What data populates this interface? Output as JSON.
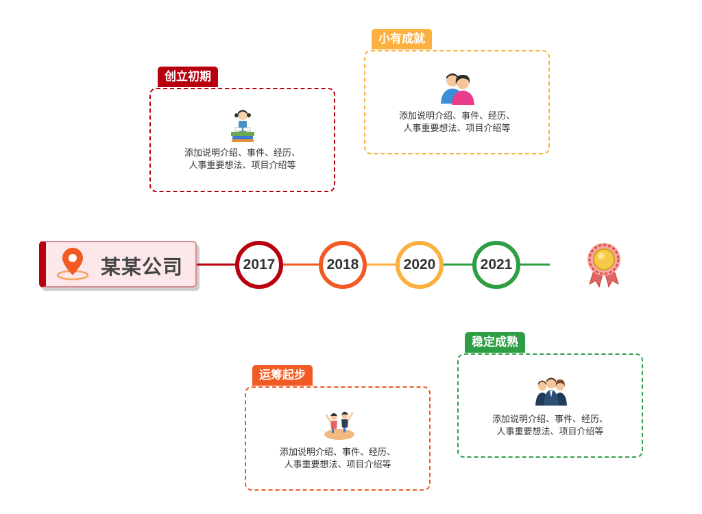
{
  "company": {
    "name": "某某公司",
    "icon": "location-pin-icon"
  },
  "colors": {
    "dark_red": "#b8000e",
    "orange": "#f15a22",
    "amber": "#fbb040",
    "green": "#2e9e44"
  },
  "timeline": [
    {
      "year": "2017",
      "color": "#b8000e"
    },
    {
      "year": "2018",
      "color": "#f15a22"
    },
    {
      "year": "2020",
      "color": "#fbb040"
    },
    {
      "year": "2021",
      "color": "#2e9e44"
    }
  ],
  "end_icon": "award-medal-icon",
  "phases": [
    {
      "title": "创立初期",
      "color": "#b8000e",
      "icon": "reading-girl-icon",
      "desc_line1": "添加说明介绍、事件、经历、",
      "desc_line2": "人事重要想法、项目介绍等"
    },
    {
      "title": "运筹起步",
      "color": "#f15a22",
      "icon": "celebrating-people-icon",
      "desc_line1": "添加说明介绍、事件、经历、",
      "desc_line2": "人事重要想法、项目介绍等"
    },
    {
      "title": "小有成就",
      "color": "#fbb040",
      "icon": "couple-users-icon",
      "desc_line1": "添加说明介绍、事件、经历、",
      "desc_line2": "人事重要想法、项目介绍等"
    },
    {
      "title": "稳定成熟",
      "color": "#2e9e44",
      "icon": "business-team-icon",
      "desc_line1": "添加说明介绍、事件、经历、",
      "desc_line2": "人事重要想法、项目介绍等"
    }
  ]
}
